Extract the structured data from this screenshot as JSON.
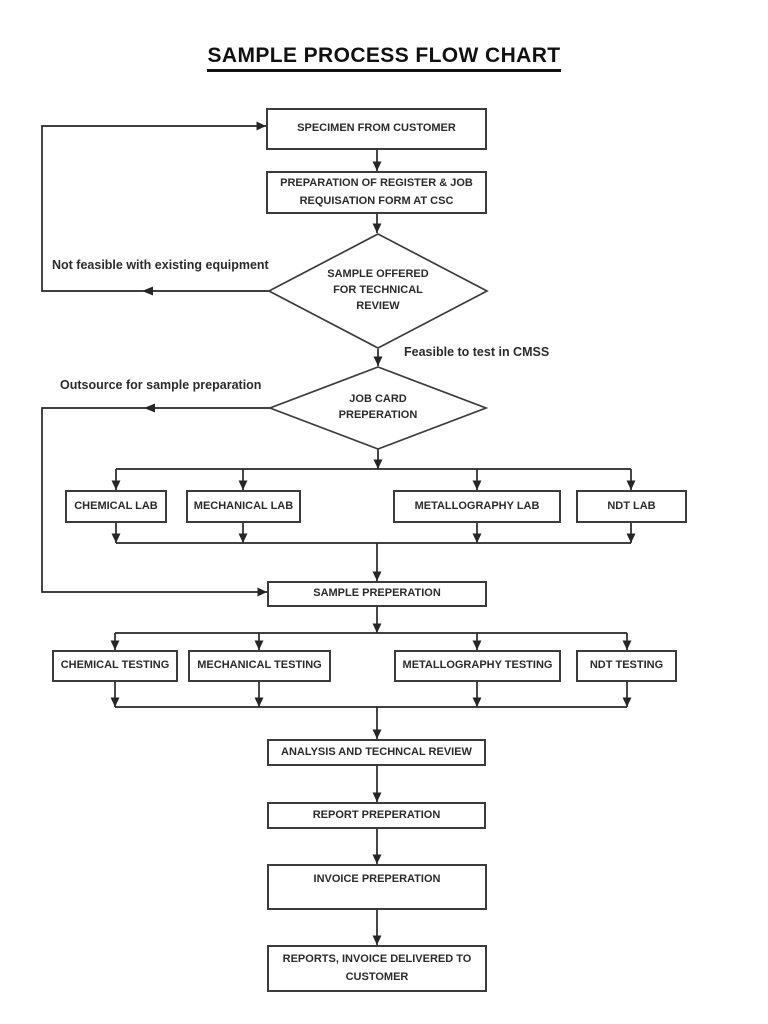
{
  "page": {
    "title": "SAMPLE PROCESS FLOW CHART"
  },
  "nodes": {
    "specimen": {
      "label": "SPECIMEN FROM CUSTOMER"
    },
    "register": {
      "label": "PREPARATION OF REGISTER & JOB\nREQUISATION FORM AT CSC"
    },
    "technical_review": {
      "label": "SAMPLE OFFERED\nFOR TECHNICAL\nREVIEW"
    },
    "job_card": {
      "label": "JOB CARD\nPREPERATION"
    },
    "chemical_lab": {
      "label": "CHEMICAL LAB"
    },
    "mechanical_lab": {
      "label": "MECHANICAL LAB"
    },
    "metallography_lab": {
      "label": "METALLOGRAPHY LAB"
    },
    "ndt_lab": {
      "label": "NDT LAB"
    },
    "sample_preparation": {
      "label": "SAMPLE PREPERATION"
    },
    "chemical_testing": {
      "label": "CHEMICAL TESTING"
    },
    "mechanical_testing": {
      "label": "MECHANICAL TESTING"
    },
    "metallography_testing": {
      "label": "METALLOGRAPHY TESTING"
    },
    "ndt_testing": {
      "label": "NDT TESTING"
    },
    "analysis": {
      "label": "ANALYSIS AND TECHNCAL REVIEW"
    },
    "report": {
      "label": "REPORT PREPERATION"
    },
    "invoice": {
      "label": "INVOICE PREPERATION"
    },
    "delivery": {
      "label": "REPORTS, INVOICE DELIVERED TO\nCUSTOMER"
    }
  },
  "edge_labels": {
    "not_feasible": "Not feasible with existing equipment",
    "feasible": "Feasible to test in CMSS",
    "outsource": "Outsource for sample preparation"
  },
  "colors": {
    "line": "#262626",
    "box_border": "#3b3b3b",
    "text": "#2b2b2b",
    "background": "#ffffff"
  }
}
